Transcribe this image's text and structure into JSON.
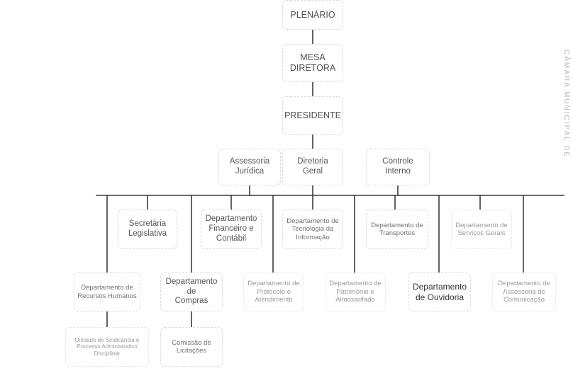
{
  "nodes": {
    "plenario": "PLENÁRIO",
    "mesa": "MESA\nDIRETORA",
    "presidente": "PRESIDENTE",
    "assessoria": "Assessoria\nJurídica",
    "diretoria": "Diretoria\nGeral",
    "controle": "Controle\nInterno",
    "secretaria": "Secretária\nLegislativa",
    "financeiro": "Departamento\nFinanceiro e\nContábil",
    "tecnologia": "Departamento de\nTecnologia da\nInformação",
    "transportes": "Departamento de\nTransportes",
    "servicos": "Departamento de\nServiços Gerais",
    "rh": "Departamento de\nRecursos Humanos",
    "compras": "Departamento de\nCompras",
    "protocolo": "Departamento de\nProtocolo e\nAtendimento",
    "patrimonio": "Departamento de\nPatrimônio e\nAlmoxarifado",
    "ouvidoria": "Departamento\nde Ouvidoria",
    "comunicacao": "Departamento de\nAssessoria de\nComunicação",
    "sindicancia": "Unidade de Sindicância e\nProcesso Administrativo\nDisciplinar",
    "licitacoes": "Comissão de\nLicitações"
  },
  "side_mark": "CÂMARA MUNICIPAL DE"
}
